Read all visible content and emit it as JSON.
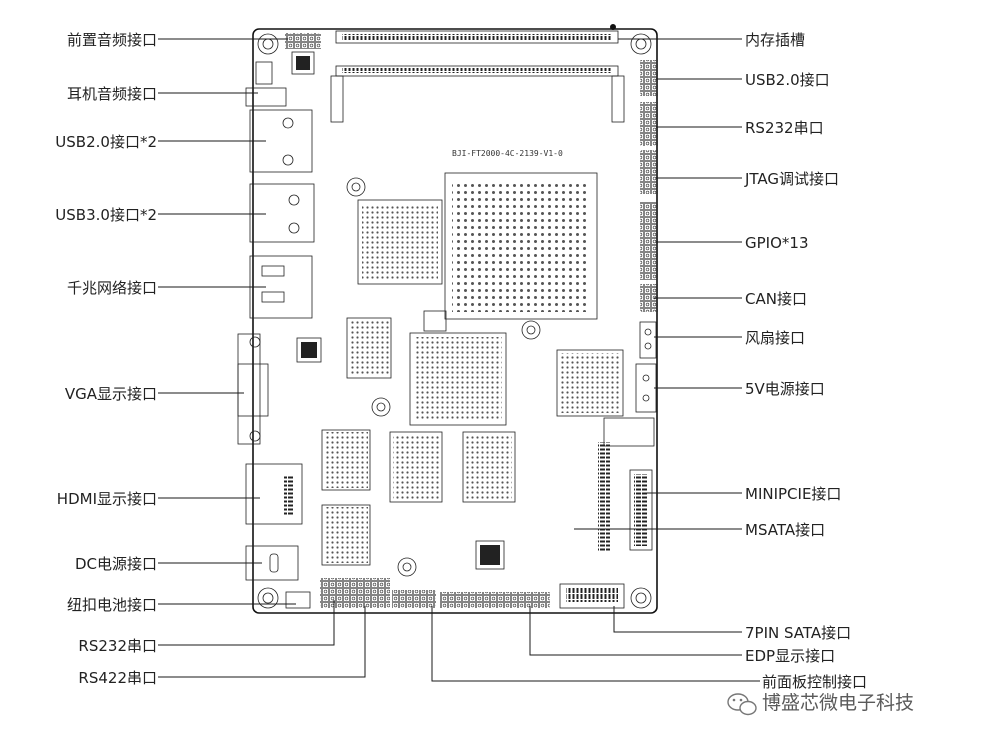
{
  "board": {
    "silkscreen": "BJI-FT2000-4C-2139-V1-0"
  },
  "labels_left": [
    {
      "id": "front-audio",
      "text": "前置音频接口"
    },
    {
      "id": "headphone-audio",
      "text": "耳机音频接口"
    },
    {
      "id": "usb20x2",
      "text": "USB2.0接口*2"
    },
    {
      "id": "usb30x2",
      "text": "USB3.0接口*2"
    },
    {
      "id": "gigabit-ethernet",
      "text": "千兆网络接口"
    },
    {
      "id": "vga",
      "text": "VGA显示接口"
    },
    {
      "id": "hdmi",
      "text": "HDMI显示接口"
    },
    {
      "id": "dc-power",
      "text": "DC电源接口"
    },
    {
      "id": "coin-battery",
      "text": "纽扣电池接口"
    },
    {
      "id": "rs232-bottom",
      "text": "RS232串口"
    },
    {
      "id": "rs422",
      "text": "RS422串口"
    }
  ],
  "labels_right": [
    {
      "id": "memory-slot",
      "text": "内存插槽"
    },
    {
      "id": "usb20",
      "text": "USB2.0接口"
    },
    {
      "id": "rs232-right",
      "text": "RS232串口"
    },
    {
      "id": "jtag",
      "text": "JTAG调试接口"
    },
    {
      "id": "gpio",
      "text": "GPIO*13"
    },
    {
      "id": "can",
      "text": "CAN接口"
    },
    {
      "id": "fan",
      "text": "风扇接口"
    },
    {
      "id": "power5v",
      "text": "5V电源接口"
    },
    {
      "id": "minipcie",
      "text": "MINIPCIE接口"
    },
    {
      "id": "msata",
      "text": "MSATA接口"
    }
  ],
  "labels_bottom": [
    {
      "id": "sata7pin",
      "text": "7PIN SATA接口"
    },
    {
      "id": "edp",
      "text": "EDP显示接口"
    },
    {
      "id": "front-panel",
      "text": "前面板控制接口"
    }
  ],
  "watermark": {
    "text": "博盛芯微电子科技",
    "icon": "wechat-icon"
  }
}
